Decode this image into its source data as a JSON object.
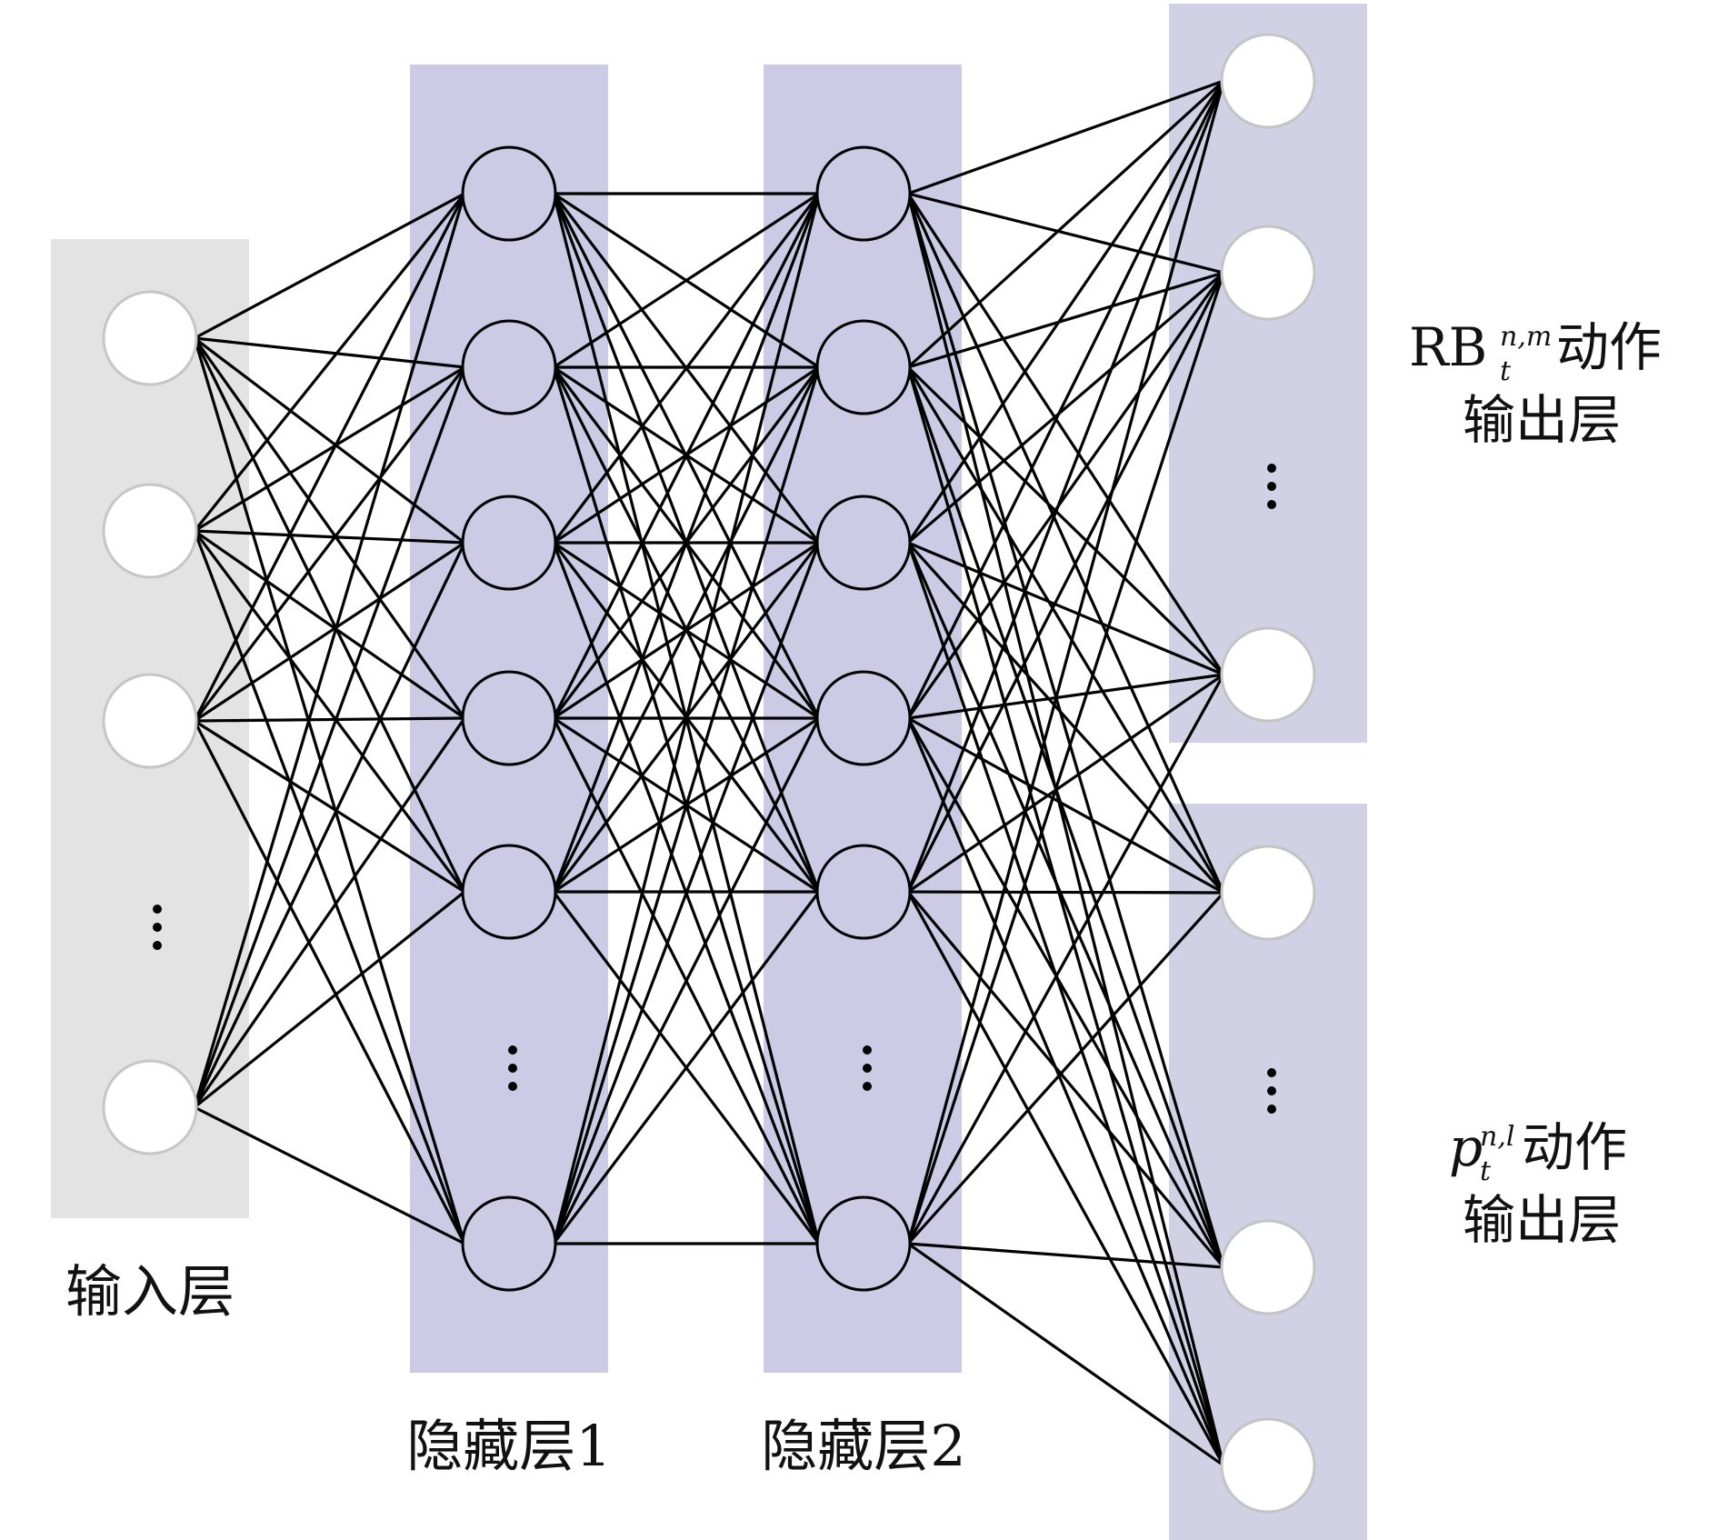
{
  "labels": {
    "input_layer": "输入层",
    "hidden_layer_1": "隐藏层1",
    "hidden_layer_2": "隐藏层2",
    "rb_output": {
      "symbol": "RB",
      "superscript": "n,m",
      "subscript": "t",
      "suffix": "动作",
      "line2": "输出层"
    },
    "p_output": {
      "symbol": "p",
      "superscript": "n,l",
      "subscript": "t",
      "suffix": "动作",
      "line2": "输出层"
    }
  },
  "layers": {
    "input": {
      "visible_nodes": 4,
      "has_ellipsis": true
    },
    "hidden1": {
      "visible_nodes": 6,
      "has_ellipsis": true
    },
    "hidden2": {
      "visible_nodes": 6,
      "has_ellipsis": true
    },
    "output_rb": {
      "visible_nodes": 3,
      "has_ellipsis": true
    },
    "output_p": {
      "visible_nodes": 3,
      "has_ellipsis": true
    }
  },
  "colors": {
    "input_band": "#e3e3e3",
    "hidden_band": "#cccbe6",
    "output_band": "#d2d0e5",
    "edges": "#000000"
  }
}
